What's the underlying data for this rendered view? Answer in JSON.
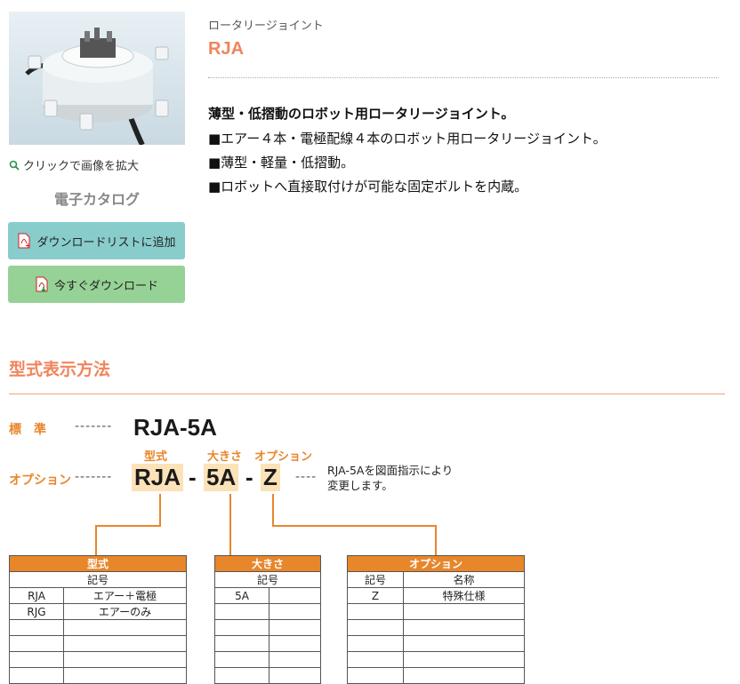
{
  "product": {
    "category": "ロータリージョイント",
    "name": "RJA",
    "lead": "薄型・低摺動のロボット用ロータリージョイント。",
    "features": [
      "■エアー４本・電極配線４本のロボット用ロータリージョイント。",
      "■薄型・軽量・低摺動。",
      "■ロボットへ直接取付けが可能な固定ボルトを内蔵。"
    ]
  },
  "sidebar": {
    "zoom_text": "クリックで画像を拡大",
    "catalog_title": "電子カタログ",
    "add_list_button": "ダウンロードリストに追加",
    "download_now_button": "今すぐダウンロード"
  },
  "section": {
    "title": "型式表示方法"
  },
  "diagram": {
    "standard_label": "標　準",
    "standard_code": "RJA-5A",
    "option_label": "オプション",
    "dashes": "-------",
    "part_labels": {
      "model": "型式",
      "size": "大きさ",
      "option": "オプション"
    },
    "parts": {
      "model": "RJA",
      "size": "5A",
      "option": "Z",
      "sep": "-"
    },
    "note": [
      "RJA-5Aを図面指示により",
      "変更します。"
    ]
  },
  "tables": {
    "model": {
      "title": "型式",
      "header": "記号",
      "rows": [
        [
          "RJA",
          "エアー＋電極"
        ],
        [
          "RJG",
          "エアーのみ"
        ],
        [
          "",
          ""
        ],
        [
          "",
          ""
        ],
        [
          "",
          ""
        ],
        [
          "",
          ""
        ]
      ]
    },
    "size": {
      "title": "大きさ",
      "header": "記号",
      "rows": [
        [
          "5A",
          ""
        ],
        [
          "",
          ""
        ],
        [
          "",
          ""
        ],
        [
          "",
          ""
        ],
        [
          "",
          ""
        ],
        [
          "",
          ""
        ]
      ]
    },
    "option": {
      "title": "オプション",
      "headers": [
        "記号",
        "名称"
      ],
      "rows": [
        [
          "Z",
          "特殊仕様"
        ],
        [
          "",
          ""
        ],
        [
          "",
          ""
        ],
        [
          "",
          ""
        ],
        [
          "",
          ""
        ],
        [
          "",
          ""
        ]
      ]
    }
  },
  "colors": {
    "accent": "#f0855c",
    "orange": "#e8862a",
    "btn_teal": "#89cccc",
    "btn_green": "#96d296"
  }
}
